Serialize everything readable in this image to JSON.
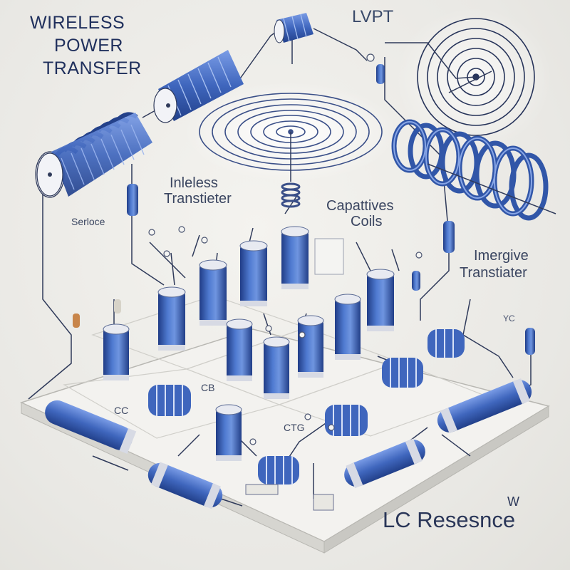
{
  "title_lines": [
    "WIRELESS",
    "POWER",
    "TRANSFER"
  ],
  "labels": {
    "lvpt": "LVPT",
    "inleless": "Inleless",
    "transtieter": "Transtieter",
    "capacitive": "Capattives",
    "coils": "Coils",
    "serloce": "Serloce",
    "imergive": "Imergive",
    "transtiater": "Transtiater",
    "yc": "YC",
    "cc": "CC",
    "cb": "CB",
    "ctg": "CTG",
    "lc_resonance": "LC Resesnce",
    "lc_w": "W"
  },
  "colors": {
    "coil_blue": "#3d63b8",
    "coil_dark": "#24418a",
    "wire": "#2f3a5a",
    "board_top": "#f3f2ef",
    "board_side": "#d9d8d3",
    "text": "#1f2f5c"
  }
}
